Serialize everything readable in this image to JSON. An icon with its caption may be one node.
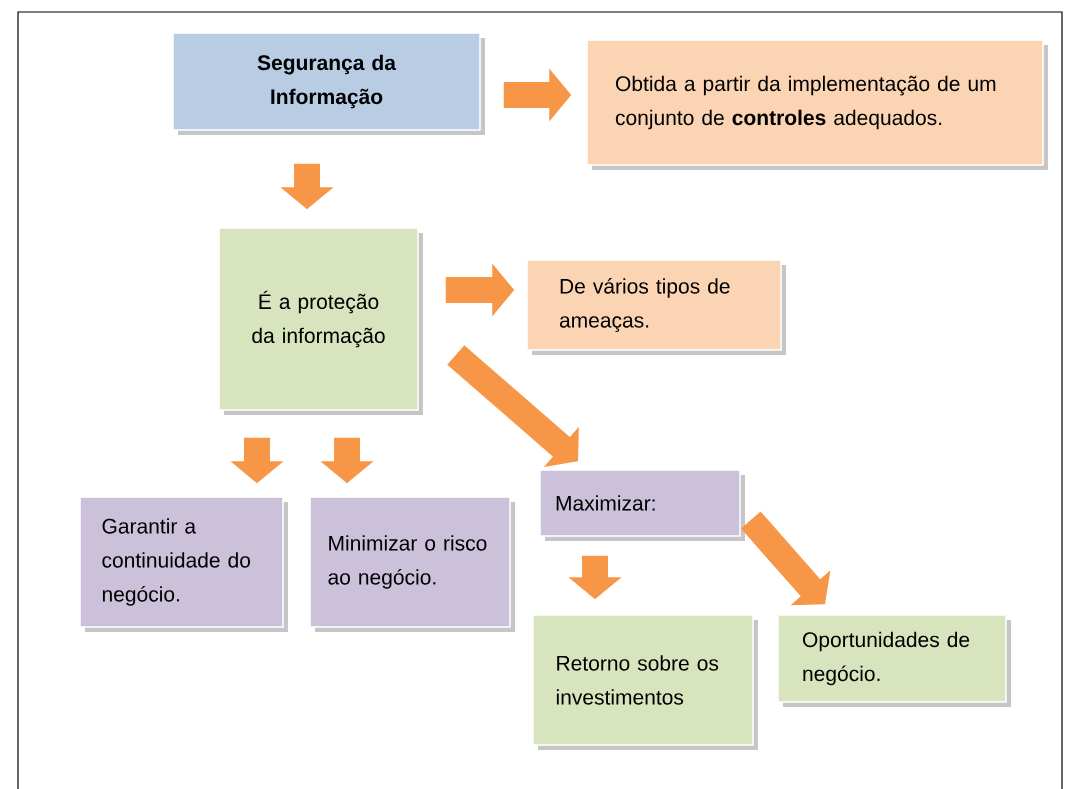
{
  "diagram": {
    "nodes": [
      {
        "text": [
          "Segurança da Informação"
        ]
      },
      {
        "text": [
          "Obtida a partir da implementação de um conjunto de **controles** adequados."
        ]
      },
      {
        "text": [
          "É a proteção da informação"
        ]
      },
      {
        "text": [
          "De vários tipos de ameaças."
        ]
      },
      {
        "text": [
          "Garantir a continuidade do negócio."
        ]
      },
      {
        "text": [
          "Minimizar o risco ao negócio."
        ]
      },
      {
        "text": [
          "Maximizar:"
        ]
      },
      {
        "text": [
          "Retorno sobre os investimentos"
        ]
      },
      {
        "text": [
          "Oportunidades de negócio."
        ]
      }
    ],
    "edges": [
      {
        "from": 0,
        "to": 1,
        "arrow": "to"
      },
      {
        "from": 0,
        "to": 2,
        "arrow": "to"
      },
      {
        "from": 2,
        "to": 3,
        "arrow": "to"
      },
      {
        "from": 2,
        "to": 6,
        "arrow": "to"
      },
      {
        "from": 2,
        "to": 4,
        "arrow": "to"
      },
      {
        "from": 2,
        "to": 5,
        "arrow": "to"
      },
      {
        "from": 6,
        "to": 7,
        "arrow": "to"
      },
      {
        "from": 6,
        "to": 8,
        "arrow": "to"
      }
    ]
  }
}
